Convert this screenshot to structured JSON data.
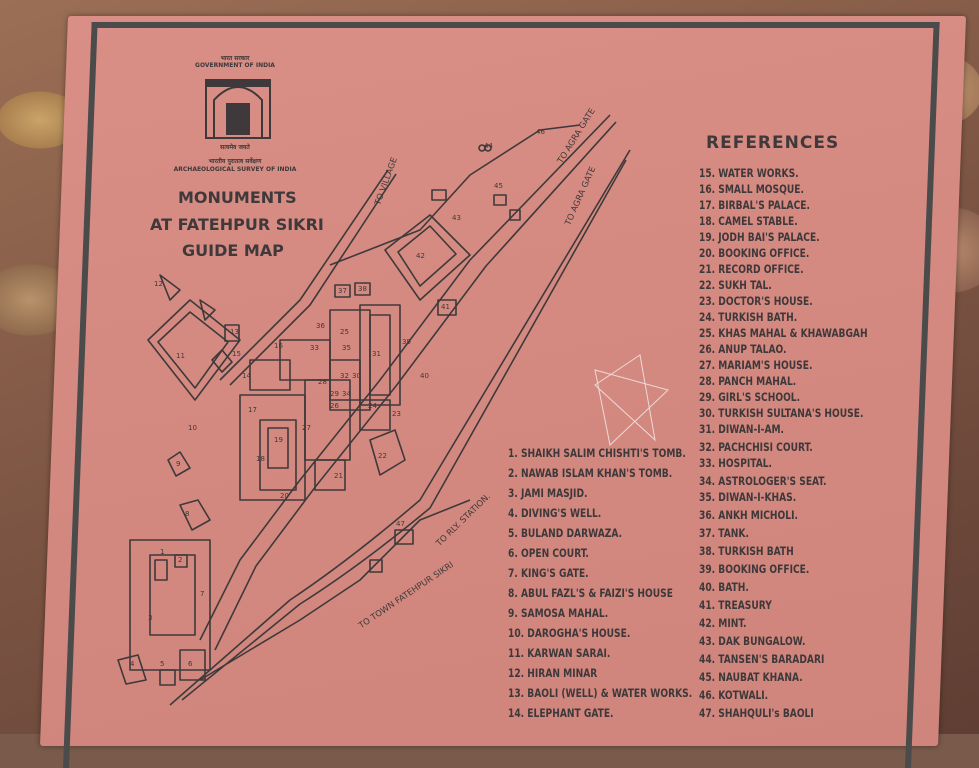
{
  "emblem": {
    "hindi_top": "भारत सरकार",
    "english_top": "GOVERNMENT OF INDIA",
    "hindi_motto": "सत्यमेव जयते",
    "hindi_bottom": "भारतीय पुरातत्व सर्वेक्षण",
    "english_bottom": "ARCHAEOLOGICAL SURVEY OF INDIA"
  },
  "title_lines": [
    "MONUMENTS",
    "AT FATEHPUR SIKRI",
    "GUIDE MAP"
  ],
  "references_heading": "REFERENCES",
  "legend_left": [
    "1. SHAIKH SALIM CHISHTI'S TOMB.",
    "2. NAWAB ISLAM KHAN'S TOMB.",
    "3. JAMI MASJID.",
    "4. DIVING'S WELL.",
    "5. BULAND DARWAZA.",
    "6. OPEN COURT.",
    "7. KING'S GATE.",
    "8. ABUL FAZL'S & FAIZI'S HOUSE",
    "9. SAMOSA MAHAL.",
    "10. DAROGHA'S HOUSE.",
    "11. KARWAN SARAI.",
    "12. HIRAN MINAR",
    "13. BAOLI (WELL) & WATER WORKS.",
    "14. ELEPHANT GATE."
  ],
  "legend_right": [
    "15. WATER WORKS.",
    "16. SMALL MOSQUE.",
    "17. BIRBAL'S PALACE.",
    "18. CAMEL STABLE.",
    "19. JODH BAI'S PALACE.",
    "20. BOOKING OFFICE.",
    "21. RECORD OFFICE.",
    "22. SUKH TAL.",
    "23. DOCTOR'S HOUSE.",
    "24. TURKISH BATH.",
    "25. KHAS MAHAL & KHAWABGAH",
    "26. ANUP TALAO.",
    "27. MARIAM'S HOUSE.",
    "28. PANCH MAHAL.",
    "29. GIRL'S SCHOOL.",
    "30. TURKISH SULTANA'S HOUSE.",
    "31. DIWAN-I-AM.",
    "32. PACHCHISI COURT.",
    "33. HOSPITAL.",
    "34. ASTROLOGER'S SEAT.",
    "35. DIWAN-I-KHAS.",
    "36. ANKH MICHOLI.",
    "37. TANK.",
    "38. TURKISH BATH",
    "39. BOOKING OFFICE.",
    "40. BATH.",
    "41. TREASURY",
    "42. MINT.",
    "43. DAK BUNGALOW.",
    "44. TANSEN'S BARADARI",
    "45. NAUBAT KHANA.",
    "46. KOTWALI.",
    "47. SHAHQULI's BAOLI"
  ],
  "road_labels": {
    "to_village": "TO VILLAGE",
    "to_agra_gate_1": "TO AGRA GATE",
    "to_agra_gate_2": "TO AGRA GATE",
    "to_rly_station": "TO RLY. STATION.",
    "to_town": "TO TOWN FATEHPUR SIKRI"
  },
  "map_numbers": [
    "1",
    "2",
    "3",
    "4",
    "5",
    "6",
    "7",
    "8",
    "9",
    "10",
    "11",
    "12",
    "13",
    "14",
    "15",
    "16",
    "17",
    "18",
    "19",
    "20",
    "21",
    "22",
    "23",
    "24",
    "25",
    "26",
    "27",
    "28",
    "29",
    "30",
    "31",
    "32",
    "33",
    "34",
    "35",
    "36",
    "37",
    "38",
    "39",
    "40",
    "41",
    "42",
    "43",
    "44",
    "45",
    "46",
    "47"
  ],
  "colors": {
    "plaque": "#d48a80",
    "ink": "#3f393b",
    "frame": "#4c4b4c"
  }
}
